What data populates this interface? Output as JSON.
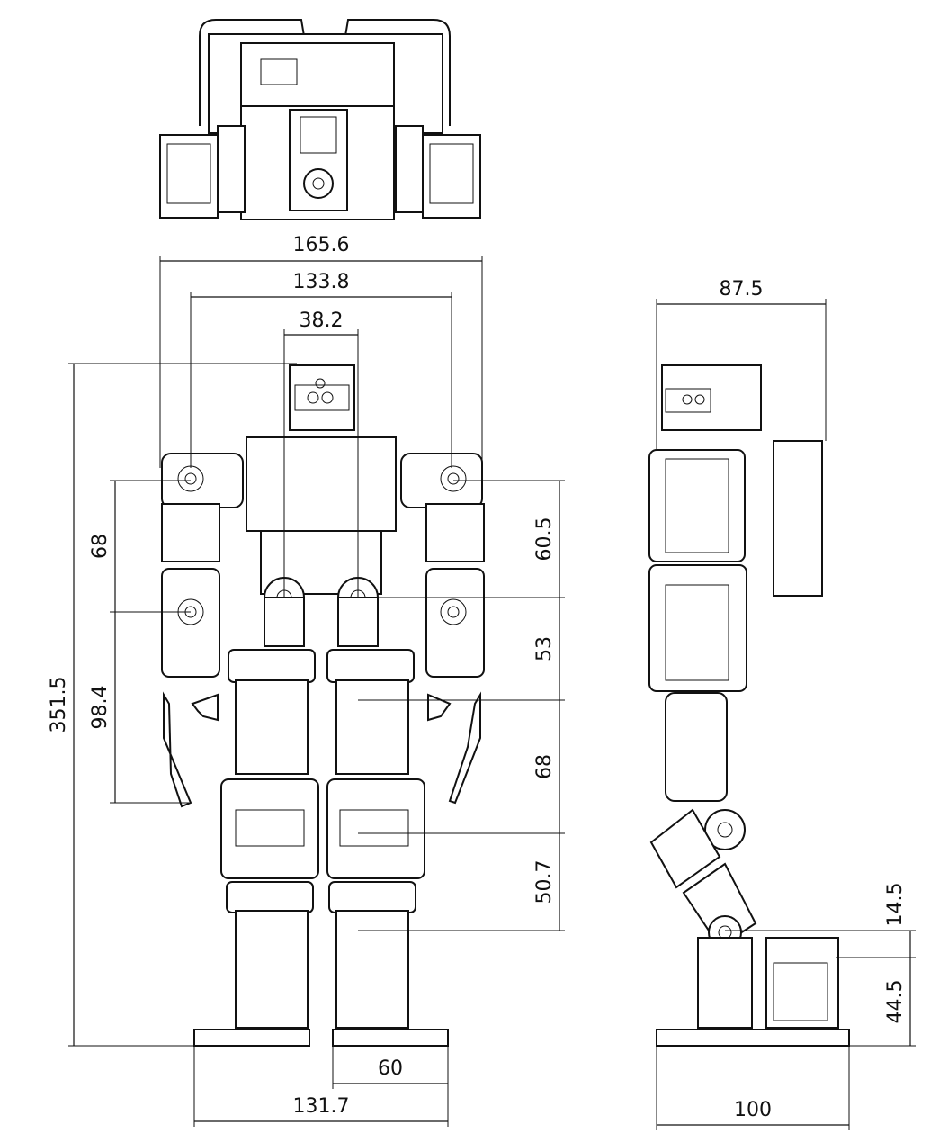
{
  "dimensions": {
    "top_width": "165.6",
    "arm_span": "133.8",
    "head_width": "38.2",
    "side_depth": "87.5",
    "total_height": "351.5",
    "shoulder_to_elbow": "68",
    "elbow_to_hand": "98.4",
    "shoulder_to_hip": "60.5",
    "hip_segment": "53",
    "thigh": "68",
    "shin": "50.7",
    "ankle_height": "14.5",
    "foot_height": "44.5",
    "foot_width": "60",
    "foot_span": "131.7",
    "foot_length": "100"
  }
}
